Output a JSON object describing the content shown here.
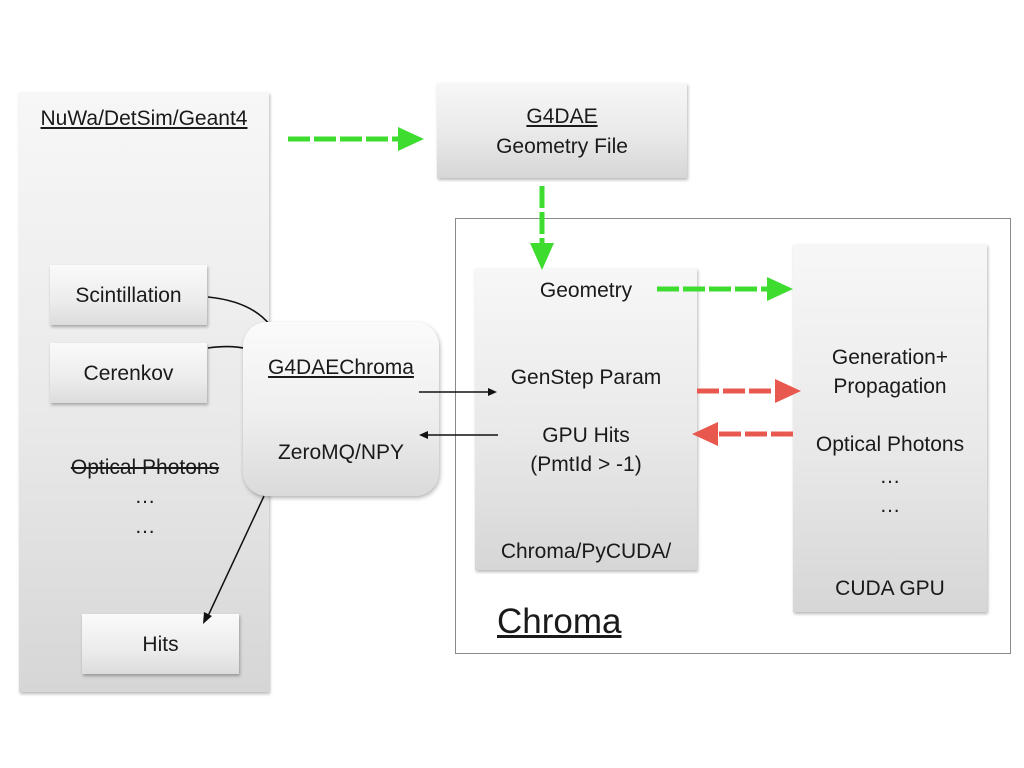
{
  "colors": {
    "green_arrow": "#3ddc2f",
    "red_arrow": "#e8584f",
    "black_arrow": "#111111"
  },
  "left_panel": {
    "title": "NuWa/DetSim/Geant4",
    "scintillation": "Scintillation",
    "cerenkov": "Cerenkov",
    "optical_photons": "Optical Photons",
    "ellipsis_1": "…",
    "ellipsis_2": "…",
    "hits": "Hits"
  },
  "g4dae_file": {
    "title": "G4DAE",
    "subtitle": "Geometry File"
  },
  "g4dae_chroma": {
    "title": "G4DAEChroma",
    "transport": "ZeroMQ/NPY"
  },
  "chroma_panel": {
    "geometry": "Geometry",
    "genstep": "GenStep Param",
    "gpu_hits": "GPU Hits",
    "pmtid": "(PmtId > -1)",
    "footer": "Chroma/PyCUDA/"
  },
  "gpu_panel": {
    "generation": "Generation+",
    "propagation": "Propagation",
    "optical_photons": "Optical Photons",
    "ellipsis_1": "…",
    "ellipsis_2": "…",
    "footer": "CUDA GPU"
  },
  "chroma_label": "Chroma"
}
